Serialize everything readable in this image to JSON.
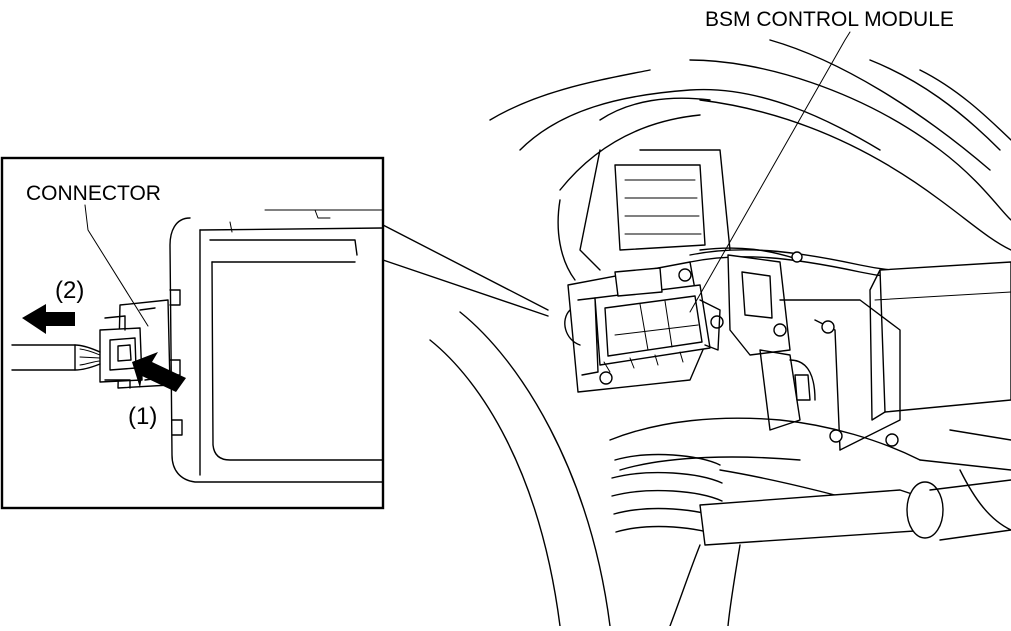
{
  "labels": {
    "module": "BSM CONTROL MODULE",
    "connector": "CONNECTOR",
    "step1": "(1)",
    "step2": "(2)"
  },
  "icons": [
    "push-arrow-icon",
    "pull-arrow-icon"
  ],
  "colors": {
    "line": "#000000",
    "background": "#ffffff"
  }
}
